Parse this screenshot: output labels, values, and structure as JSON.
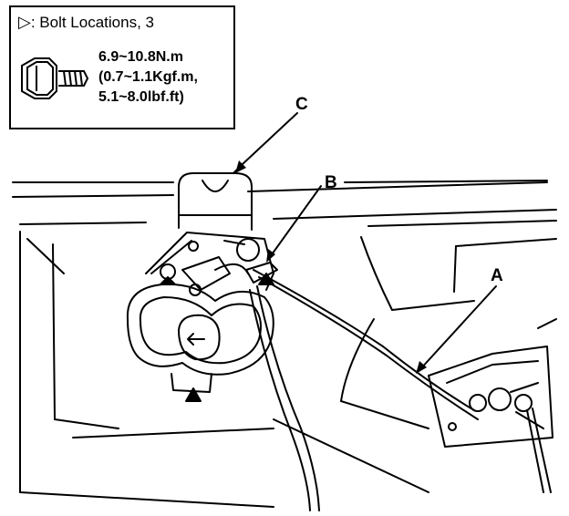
{
  "legend": {
    "symbol": "▷",
    "text": ": Bolt Locations, 3"
  },
  "torque": {
    "line1": "6.9~10.8N.m",
    "line2": "(0.7~1.1Kgf.m,",
    "line3": "5.1~8.0lbf.ft)"
  },
  "callouts": {
    "a": "A",
    "b": "B",
    "c": "C"
  },
  "icons": {
    "bolt": "bolt-icon",
    "triangle": "bolt-location-triangle-icon"
  },
  "colors": {
    "ink": "#000000",
    "paper": "#ffffff"
  }
}
